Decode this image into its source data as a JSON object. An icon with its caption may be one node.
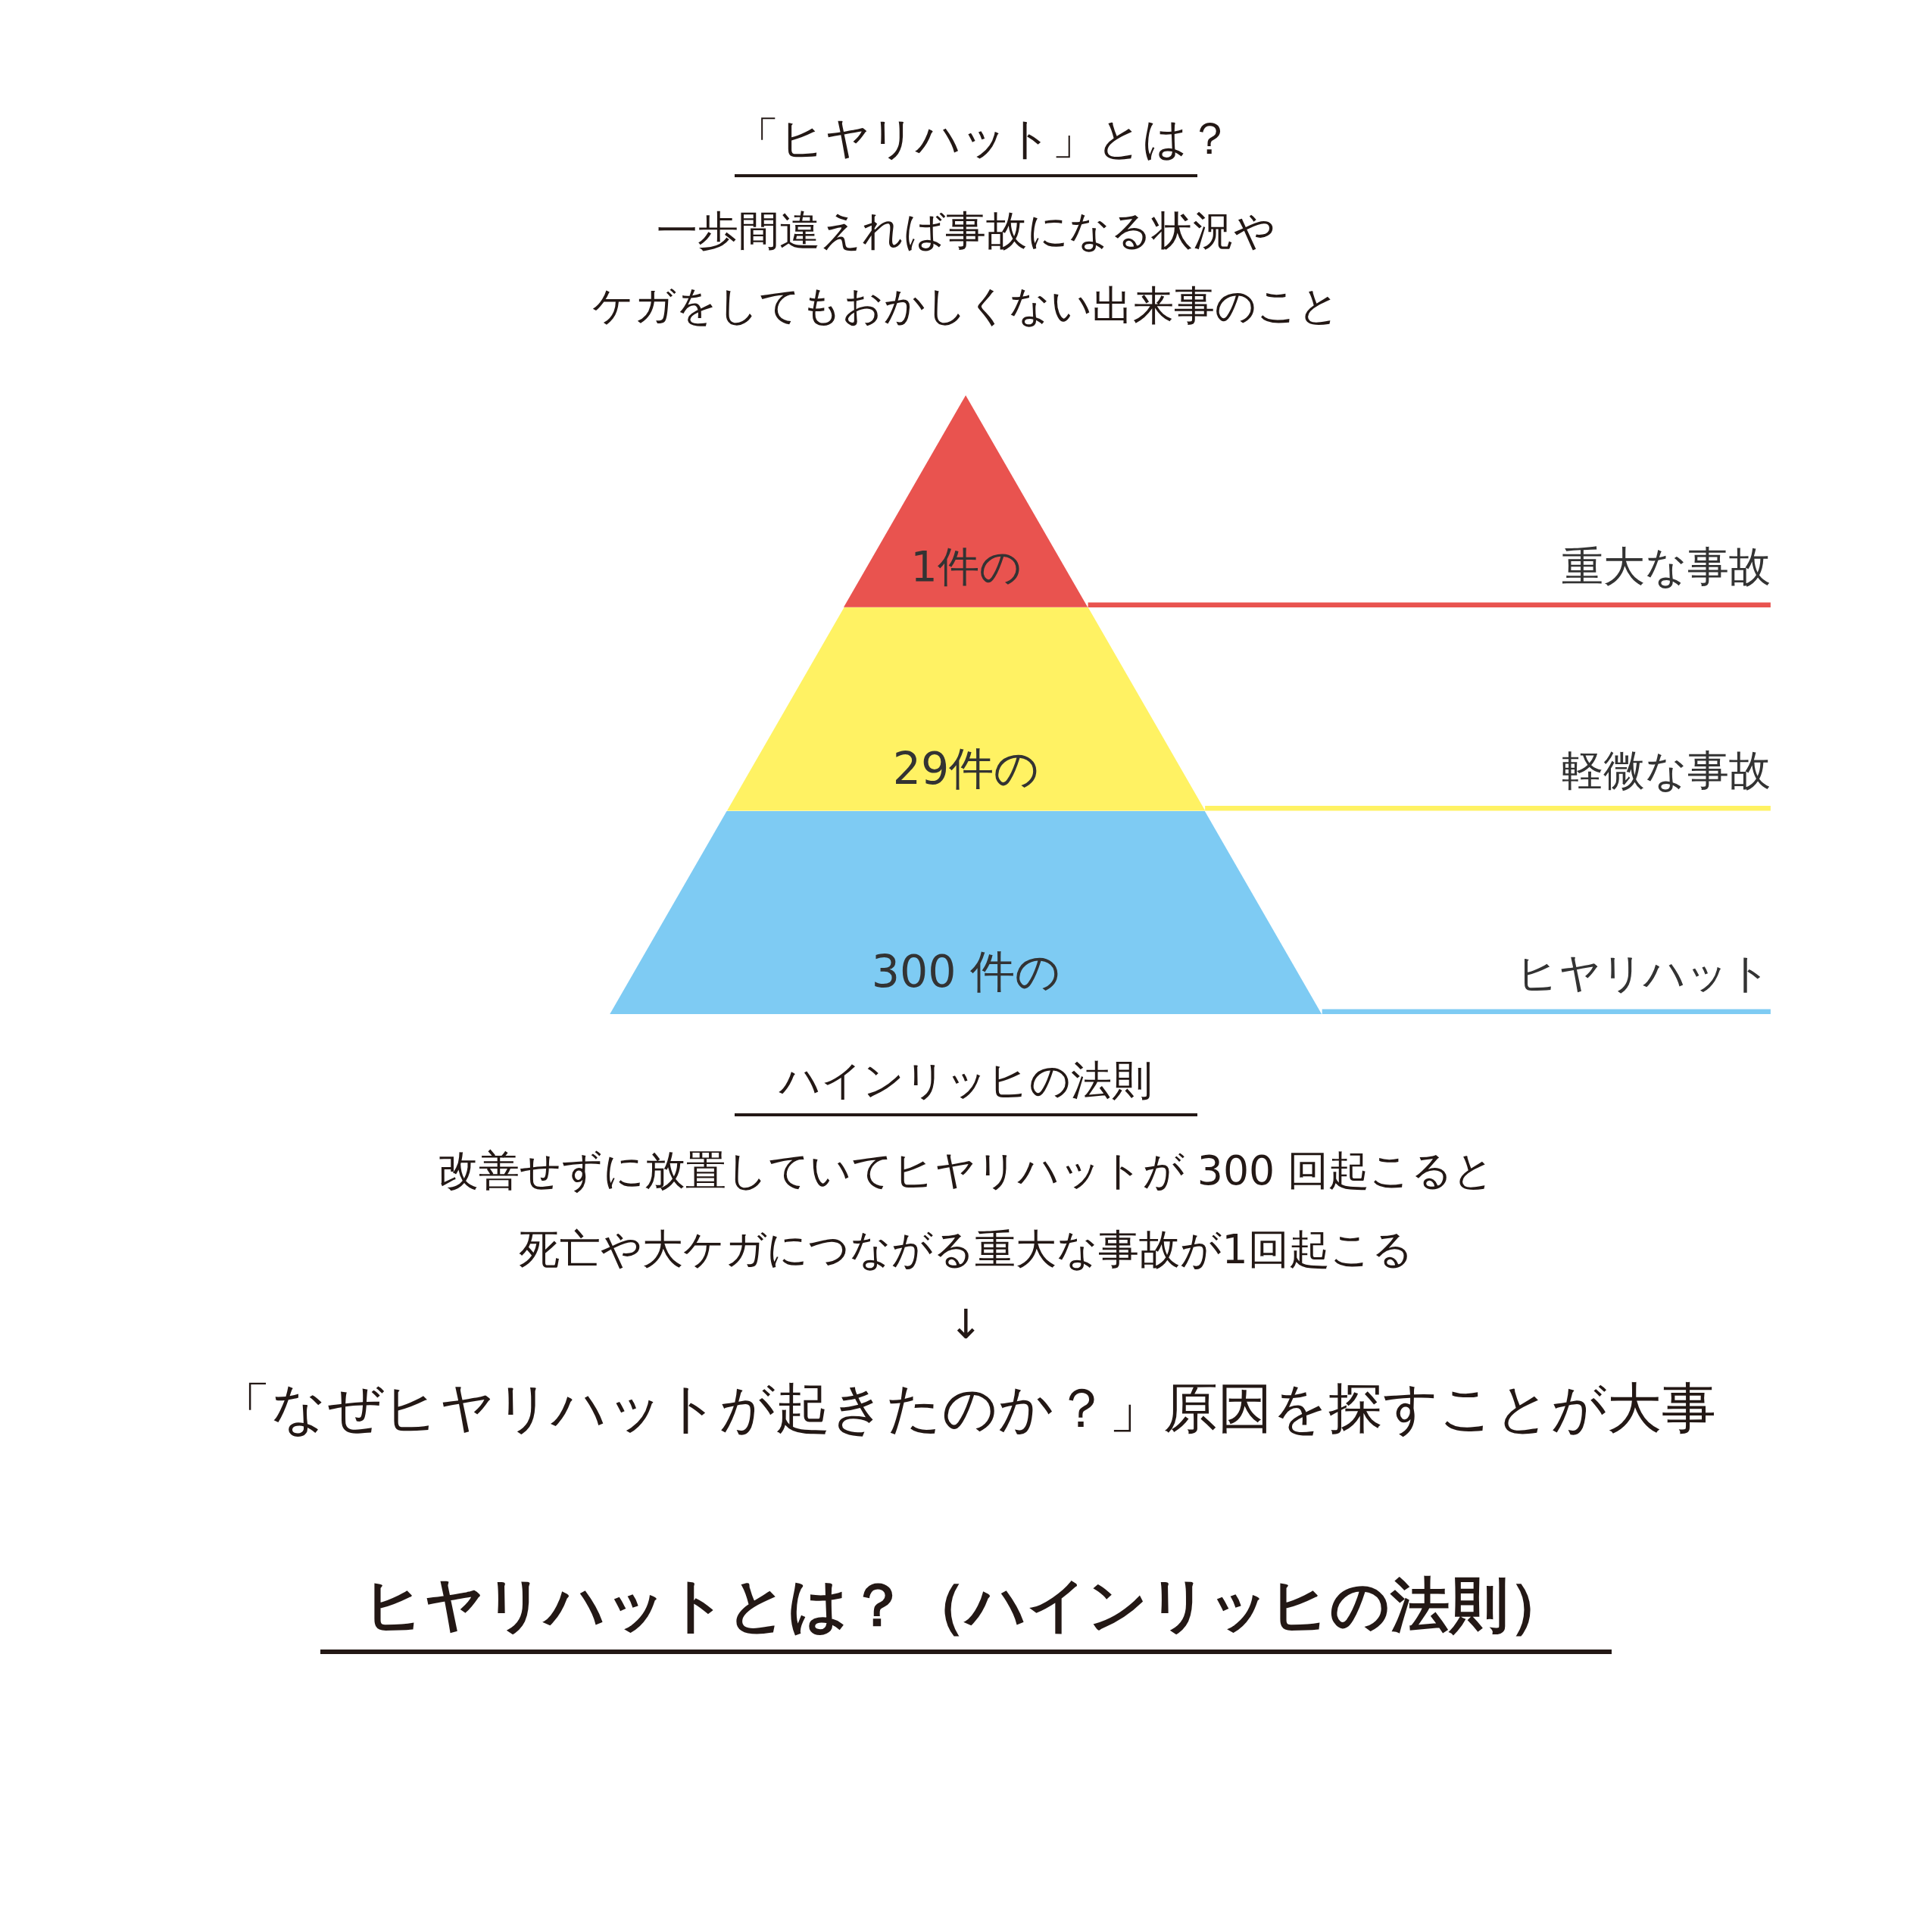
{
  "diagram": {
    "title": "ヒヤリハットとは？（ハインリッヒの法則）",
    "nodes": [
      {
        "text": [
          "1件の"
        ]
      },
      {
        "text": [
          "29件の"
        ]
      },
      {
        "text": [
          "300 件の"
        ]
      },
      {
        "text": [
          "重大な事故"
        ]
      },
      {
        "text": [
          "軽微な事故"
        ]
      },
      {
        "text": [
          "ヒヤリハット"
        ]
      }
    ],
    "edges": [
      {
        "from": 0,
        "to": 3,
        "arrow": "none",
        "color": "#e9534f"
      },
      {
        "from": 1,
        "to": 4,
        "arrow": "none",
        "color": "#fff263"
      },
      {
        "from": 2,
        "to": 5,
        "arrow": "none",
        "color": "#7ecbf3"
      }
    ],
    "labels": [
      "「ヒヤリハット」とは？",
      "一歩間違えれば事故になる状況や",
      "ケガをしてもおかしくない出来事のこと",
      "ハインリッヒの法則",
      "改善せずに放置していてヒヤリハットが 300 回起こると",
      "死亡や大ケガにつながる重大な事故が1回起こる",
      "↓",
      "「なぜヒヤリハットが起きたのか？」原因を探すことが大事"
    ]
  }
}
